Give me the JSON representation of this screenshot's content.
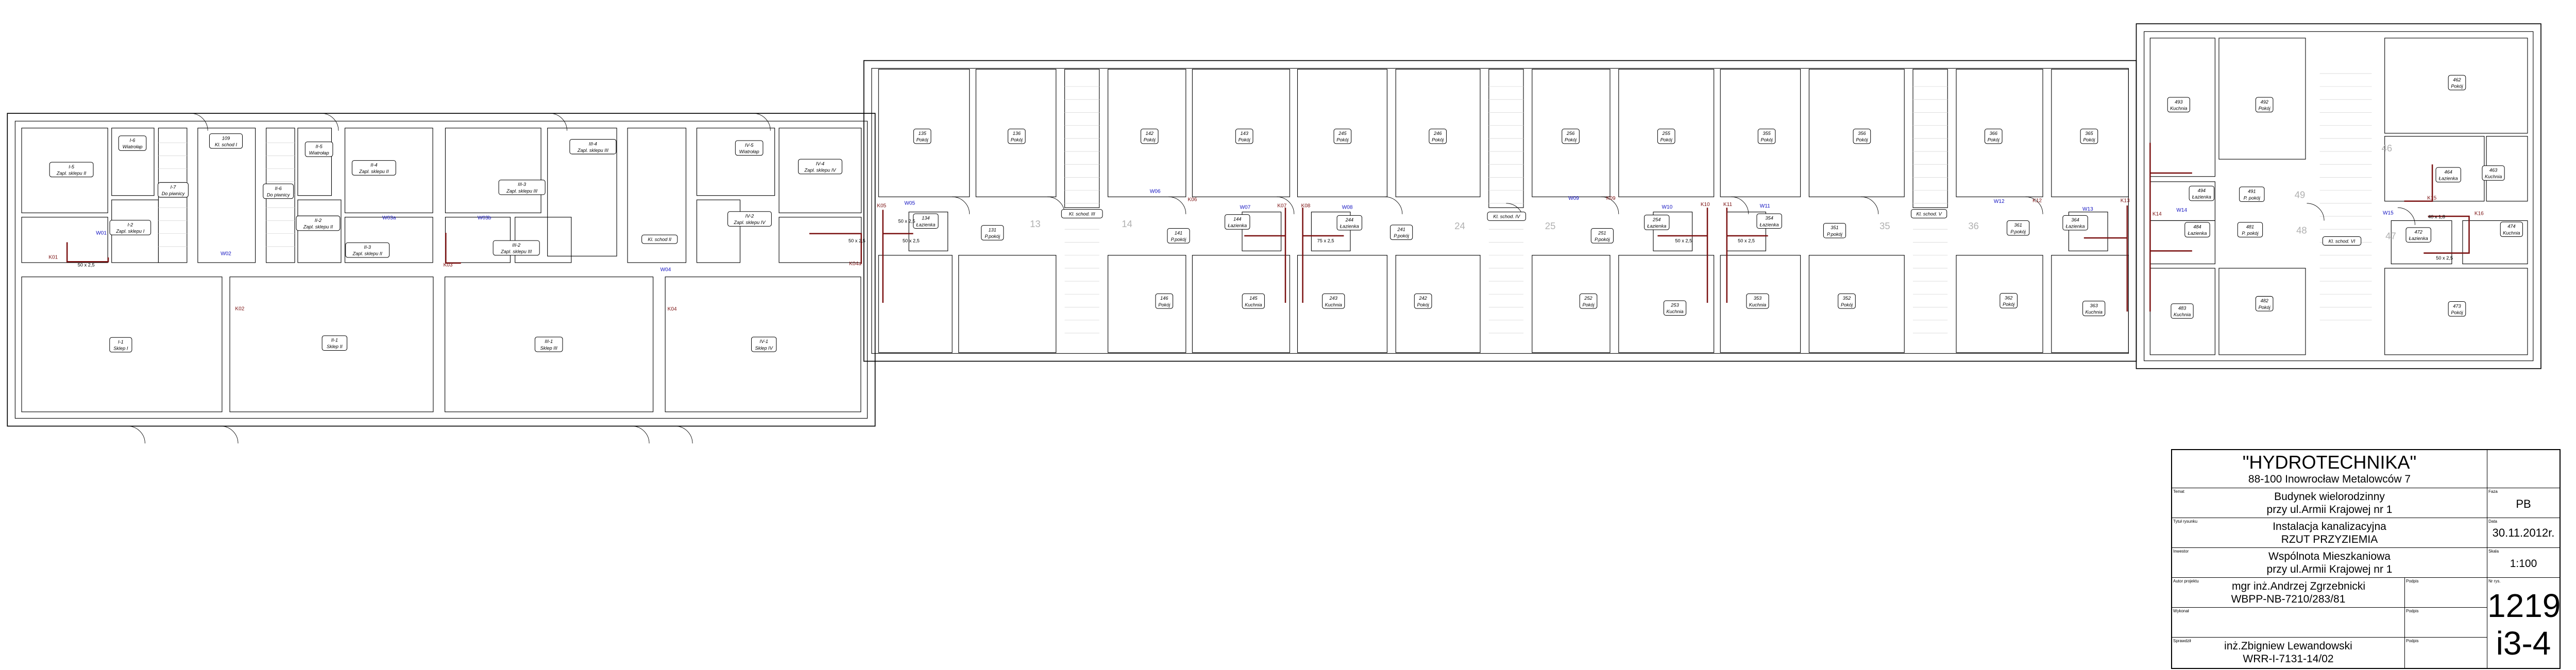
{
  "drawing": {
    "rooms": [
      {
        "num": "I-5",
        "name": "Zapl. sklepu II"
      },
      {
        "num": "I-6",
        "name": "Wiatrołap"
      },
      {
        "num": "I-7",
        "name": "Do piwnicy"
      },
      {
        "num": "109",
        "name": "Kl. schod I"
      },
      {
        "num": "II-6",
        "name": "Do piwnicy"
      },
      {
        "num": "II-5",
        "name": "Wiatrołap"
      },
      {
        "num": "II-4",
        "name": "Zapl. sklepu II"
      },
      {
        "num": "I-2",
        "name": "Zapl. sklepu I"
      },
      {
        "num": "II-2",
        "name": "Zapl. sklepu II"
      },
      {
        "num": "II-3",
        "name": "Zapl. sklepu II"
      },
      {
        "num": "I-1",
        "name": "Sklep I"
      },
      {
        "num": "II-1",
        "name": "Sklep II"
      },
      {
        "num": "III-4",
        "name": "Zapl. sklepu III"
      },
      {
        "num": "III-3",
        "name": "Zapl. sklepu III"
      },
      {
        "num": "III-2",
        "name": "Zapl. sklepu III"
      },
      {
        "num": "",
        "name": "Kl. schod II"
      },
      {
        "num": "IV-5",
        "name": "Wiatrołap"
      },
      {
        "num": "IV-4",
        "name": "Zapl. sklepu IV"
      },
      {
        "num": "IV-2",
        "name": "Zapl. sklepu IV"
      },
      {
        "num": "III-1",
        "name": "Sklep III"
      },
      {
        "num": "IV-1",
        "name": "Sklep IV"
      },
      {
        "num": "135",
        "name": "Pokój"
      },
      {
        "num": "136",
        "name": "Pokój"
      },
      {
        "num": "142",
        "name": "Pokój"
      },
      {
        "num": "134",
        "name": "Łazienka"
      },
      {
        "num": "131",
        "name": "P.pokój"
      },
      {
        "num": "",
        "name": "Kl. schod. III"
      },
      {
        "num": "141",
        "name": "P.pokój"
      },
      {
        "num": "143",
        "name": "Pokój"
      },
      {
        "num": "245",
        "name": "Pokój"
      },
      {
        "num": "246",
        "name": "Pokój"
      },
      {
        "num": "256",
        "name": "Pokój"
      },
      {
        "num": "144",
        "name": "Łazienka"
      },
      {
        "num": "244",
        "name": "Łazienka"
      },
      {
        "num": "241",
        "name": "P.pokój"
      },
      {
        "num": "",
        "name": "Kl. schod. IV"
      },
      {
        "num": "146",
        "name": "Pokój"
      },
      {
        "num": "145",
        "name": "Kuchnia"
      },
      {
        "num": "243",
        "name": "Kuchnia"
      },
      {
        "num": "242",
        "name": "Pokój"
      },
      {
        "num": "255",
        "name": "Pokój"
      },
      {
        "num": "355",
        "name": "Pokój"
      },
      {
        "num": "356",
        "name": "Pokój"
      },
      {
        "num": "366",
        "name": "Pokój"
      },
      {
        "num": "254",
        "name": "Łazienka"
      },
      {
        "num": "251",
        "name": "P.pokój"
      },
      {
        "num": "354",
        "name": "Łazienka"
      },
      {
        "num": "351",
        "name": "P.pokój"
      },
      {
        "num": "",
        "name": "Kl. schod. V"
      },
      {
        "num": "361",
        "name": "P.pokój"
      },
      {
        "num": "252",
        "name": "Pokój"
      },
      {
        "num": "253",
        "name": "Kuchnia"
      },
      {
        "num": "353",
        "name": "Kuchnia"
      },
      {
        "num": "352",
        "name": "Pokój"
      },
      {
        "num": "362",
        "name": "Pokój"
      },
      {
        "num": "365",
        "name": "Pokój"
      },
      {
        "num": "364",
        "name": "Łazienka"
      },
      {
        "num": "363",
        "name": "Kuchnia"
      },
      {
        "num": "493",
        "name": "Kuchnia"
      },
      {
        "num": "492",
        "name": "Pokój"
      },
      {
        "num": "494",
        "name": "Łazienka"
      },
      {
        "num": "491",
        "name": "P. pokój"
      },
      {
        "num": "484",
        "name": "Łazienka"
      },
      {
        "num": "481",
        "name": "P. pokój"
      },
      {
        "num": "483",
        "name": "Kuchnia"
      },
      {
        "num": "482",
        "name": "Pokój"
      },
      {
        "num": "",
        "name": "Kl. schod. VI"
      },
      {
        "num": "462",
        "name": "Pokój"
      },
      {
        "num": "464",
        "name": "Łazienka"
      },
      {
        "num": "463",
        "name": "Kuchnia"
      },
      {
        "num": "472",
        "name": "Łazienka"
      },
      {
        "num": "474",
        "name": "Kuchnia"
      },
      {
        "num": "473",
        "name": "Pokój"
      }
    ],
    "risers": [
      "K01",
      "K02",
      "K03",
      "K04",
      "K04a",
      "K05",
      "K06",
      "K07",
      "K08",
      "K09",
      "K10",
      "K11",
      "K12",
      "K13",
      "K14",
      "K15",
      "K16"
    ],
    "water_points": [
      "W01",
      "W02",
      "W03a",
      "W03b",
      "W04",
      "W05",
      "W06",
      "W07",
      "W08",
      "W09",
      "W10",
      "W11",
      "W12",
      "W13",
      "W14",
      "W15"
    ],
    "door_numbers": [
      "13",
      "14",
      "24",
      "25",
      "35",
      "36",
      "49",
      "48",
      "46",
      "47"
    ],
    "pipe_sizes": [
      "50 x 2,5",
      "50 x 2,5",
      "50 x 2,5",
      "75 x 2,5",
      "50 x 2,5",
      "50 x 2,5",
      "50 x 2,5",
      "40 x 1,8",
      "50 x 2,5"
    ]
  },
  "colors": {
    "sewer_pipe": "#7a1010",
    "water_label": "#1010c0",
    "walls": "#000000"
  },
  "title_block": {
    "company": "\"HYDROTECHNIKA\"",
    "address": "88-100 Inowrocław Metalowców 7",
    "temat_caption": "Temat",
    "temat_line1": "Budynek wielorodzinny",
    "temat_line2": "przy ul.Armii Krajowej nr 1",
    "tytul_caption": "Tytuł rysunku",
    "tytul_line1": "Instalacja kanalizacyjna",
    "tytul_line2": "RZUT PRZYZIEMIA",
    "inwestor_caption": "Inwestor",
    "inwestor_line1": "Wspólnota Mieszkaniowa",
    "inwestor_line2": "przy ul.Armii Krajowej nr 1",
    "autor_caption": "Autor projektu",
    "autor_line1": "mgr inż.Andrzej Zgrzebnicki",
    "autor_line2": "WBPP-NB-7210/283/81",
    "wykonal_caption": "Wykonał",
    "sprawdzil_caption": "Sprawdził",
    "sprawdzil_line1": "inż.Zbigniew Lewandowski",
    "sprawdzil_line2": "WRR-I-7131-14/02",
    "podpis_caption": "Podpis",
    "faza_caption": "Faza",
    "faza": "PB",
    "data_caption": "Data",
    "data": "30.11.2012r.",
    "skala_caption": "Skala",
    "skala": "1:100",
    "nr_caption": "Nr rys.",
    "nr_line1": "1219",
    "nr_line2": "i3-4"
  }
}
